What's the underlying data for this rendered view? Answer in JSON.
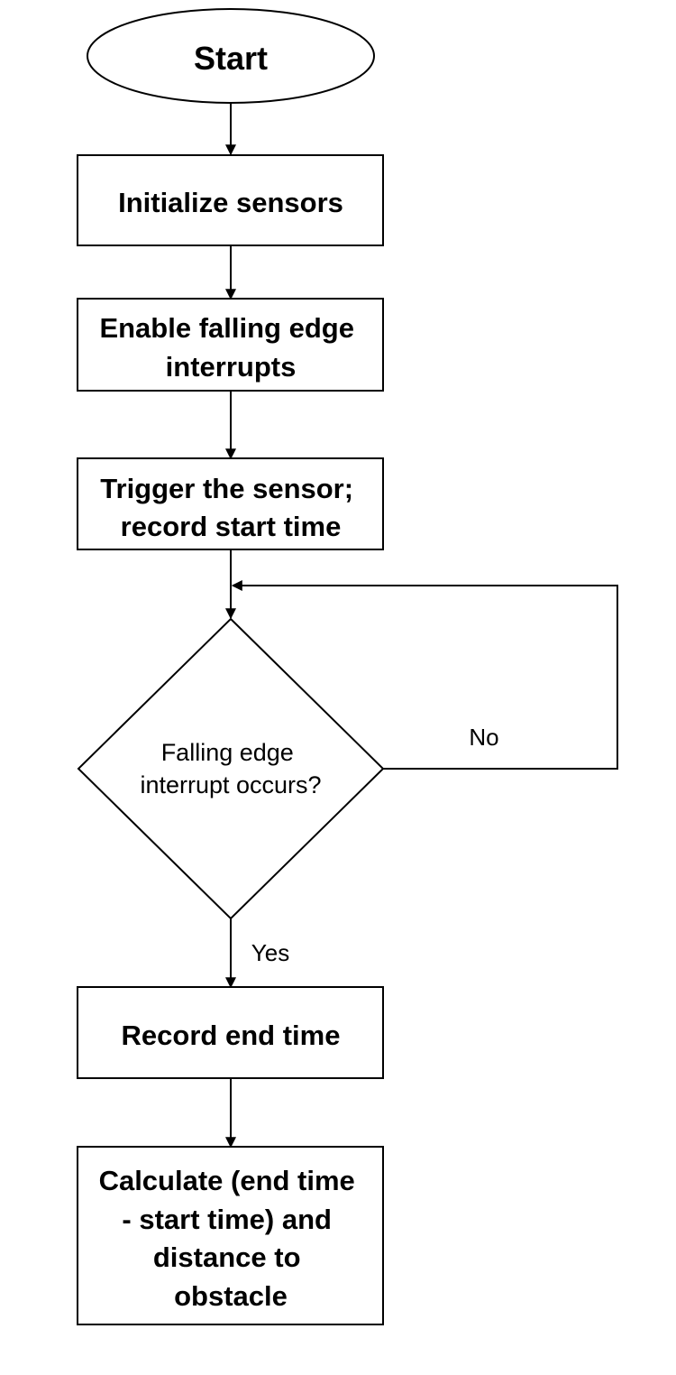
{
  "flowchart": {
    "nodes": {
      "start": {
        "shape": "ellipse",
        "lines": [
          "Start"
        ]
      },
      "init": {
        "shape": "rectangle",
        "lines": [
          "Initialize sensors"
        ]
      },
      "enable": {
        "shape": "rectangle",
        "lines": [
          "Enable falling edge",
          "interrupts"
        ]
      },
      "trigger": {
        "shape": "rectangle",
        "lines": [
          "Trigger the sensor;",
          "record start time"
        ]
      },
      "decision": {
        "shape": "diamond",
        "lines": [
          "Falling edge",
          "interrupt occurs?"
        ]
      },
      "record_end": {
        "shape": "rectangle",
        "lines": [
          "Record end time"
        ]
      },
      "calculate": {
        "shape": "rectangle",
        "lines": [
          "Calculate (end time",
          "- start time) and",
          "distance to",
          "obstacle"
        ]
      }
    },
    "edges": [
      {
        "from": "start",
        "to": "init"
      },
      {
        "from": "init",
        "to": "enable"
      },
      {
        "from": "enable",
        "to": "trigger"
      },
      {
        "from": "trigger",
        "to": "decision"
      },
      {
        "from": "decision",
        "to": "decision",
        "label": "No"
      },
      {
        "from": "decision",
        "to": "record_end",
        "label": "Yes"
      },
      {
        "from": "record_end",
        "to": "calculate"
      }
    ],
    "colors": {
      "stroke": "#000000",
      "fill": "#ffffff",
      "text": "#000000"
    }
  }
}
